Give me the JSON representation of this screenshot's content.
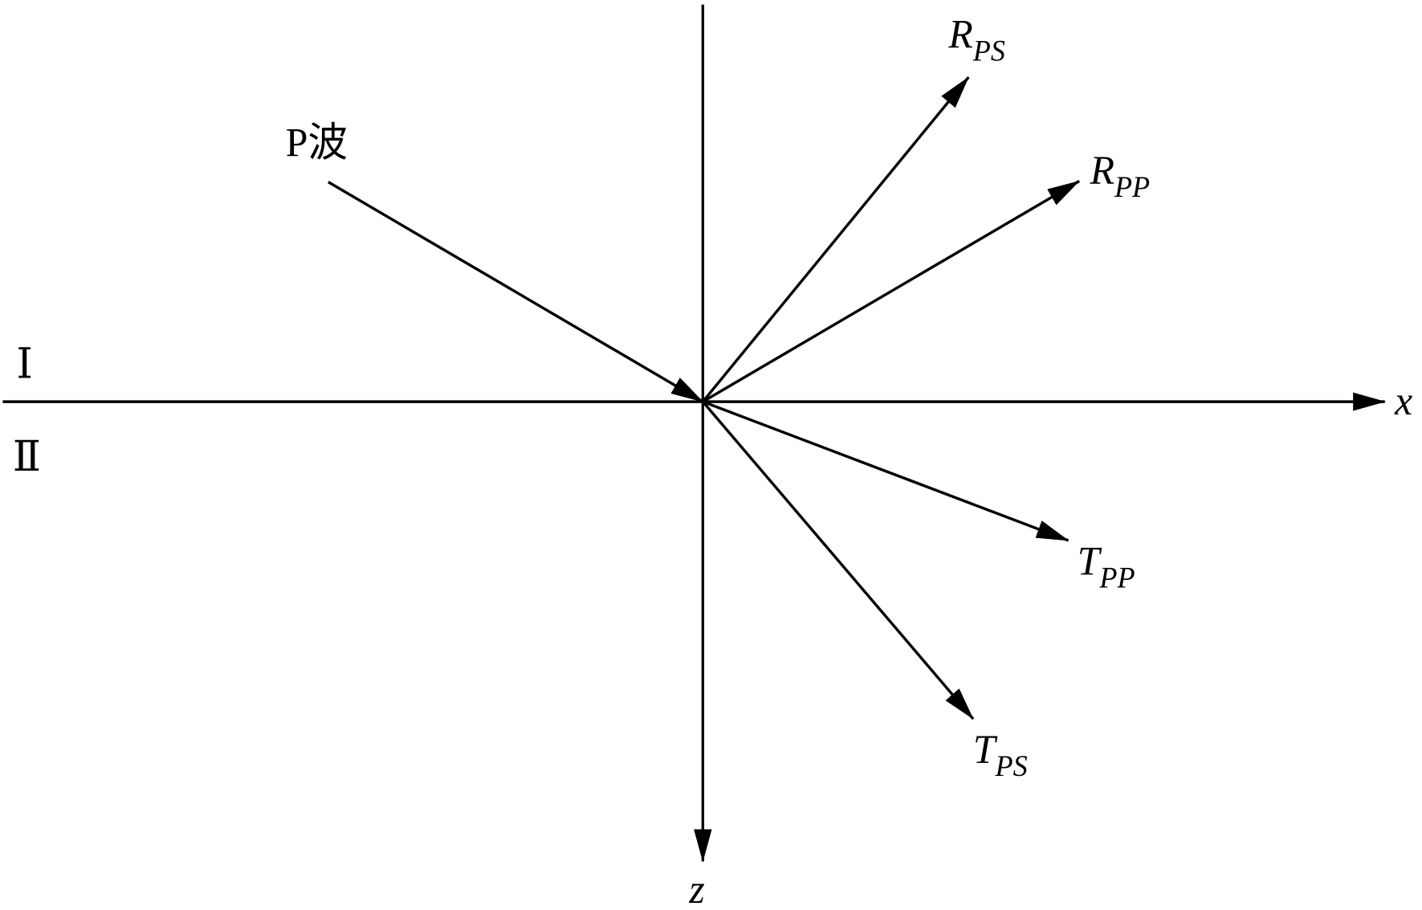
{
  "diagram": {
    "incident_label": "P波",
    "medium_upper": "Ⅰ",
    "medium_lower": "Ⅱ",
    "axis_x": "x",
    "axis_z": "z",
    "waves": [
      {
        "main": "R",
        "sub": "PS"
      },
      {
        "main": "R",
        "sub": "PP"
      },
      {
        "main": "T",
        "sub": "PP"
      },
      {
        "main": "T",
        "sub": "PS"
      }
    ],
    "color": "#000000"
  }
}
